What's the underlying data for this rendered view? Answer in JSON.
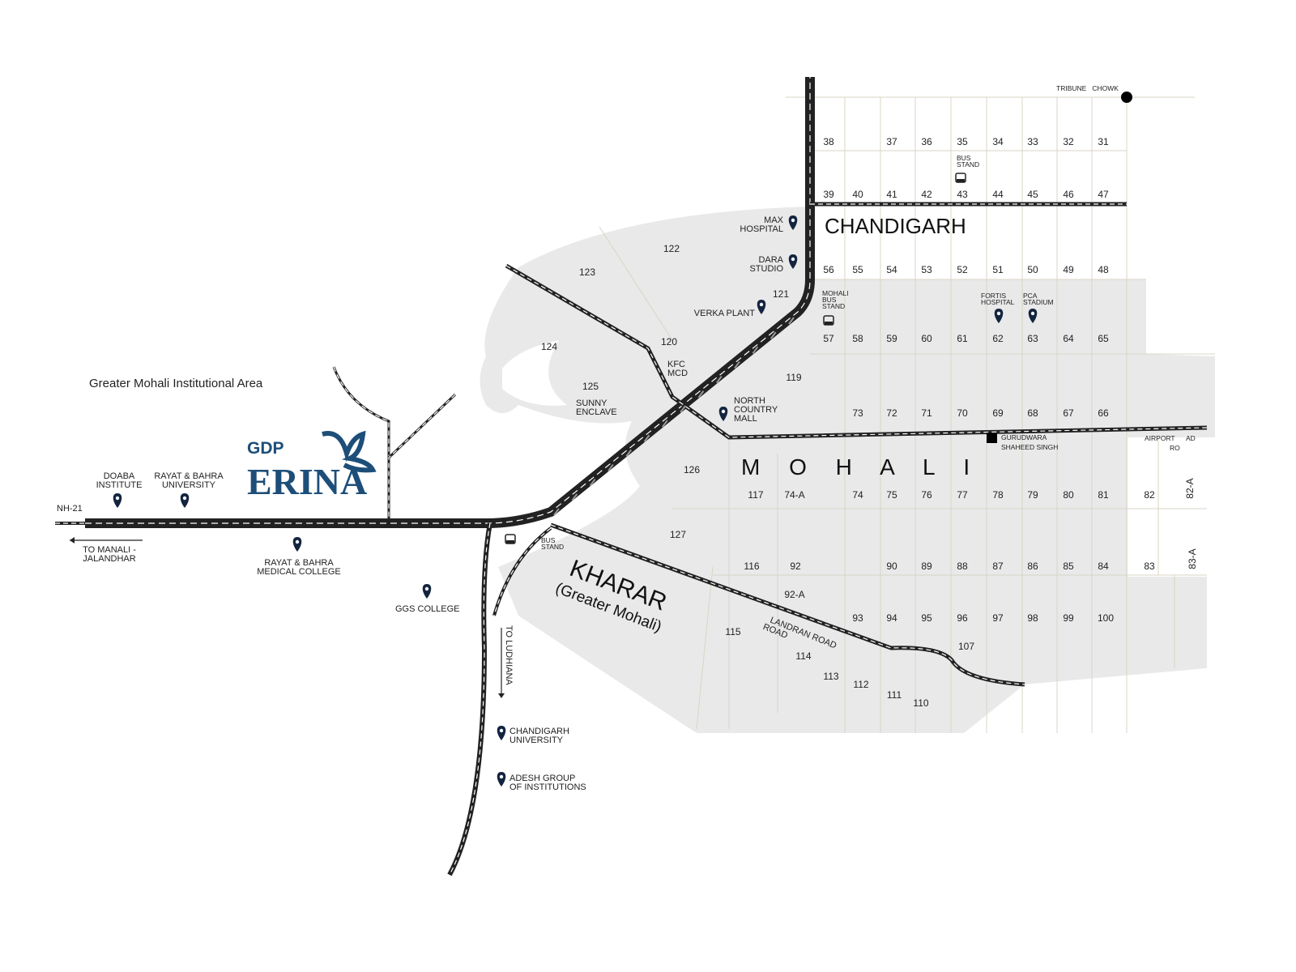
{
  "title": "GDP Erina Location Map",
  "logo": {
    "line1": "GDP",
    "line2": "ERINA",
    "color": "#1d4e79"
  },
  "region_labels": {
    "chandigarh": "CHANDIGARH",
    "mohali": "M O H A L I",
    "kharar": "KHARAR",
    "kharar_sub": "(Greater Mohali)",
    "institutional_area": "Greater Mohali Institutional Area"
  },
  "roads": {
    "nh21": "NH-21",
    "to_manali": [
      "TO MANALI -",
      "JALANDHAR"
    ],
    "to_ludhiana": "TO LUDHIANA",
    "landran": [
      "LANDRAN ROAD",
      "ROAD"
    ],
    "airport": [
      "AIRPORT",
      "AD",
      "RO"
    ],
    "tribune_chowk": "TRIBUNE   CHOWK"
  },
  "landmarks": {
    "max_hospital": [
      "MAX",
      "HOSPITAL"
    ],
    "dara_studio": [
      "DARA",
      "STUDIO"
    ],
    "verka_plant": "VERKA PLANT",
    "north_country_mall": [
      "NORTH",
      "COUNTRY",
      "MALL"
    ],
    "kfc_mcd": [
      "KFC",
      "MCD"
    ],
    "sunny_enclave": [
      "SUNNY",
      "ENCLAVE"
    ],
    "fortis": [
      "FORTIS",
      "HOSPITAL"
    ],
    "pca": [
      "PCA",
      "STADIUM"
    ],
    "gurudwara": [
      "GURUDWARA",
      "SHAHEED SINGH"
    ],
    "doaba": [
      "DOABA",
      "INSTITUTE"
    ],
    "rayat_univ": [
      "RAYAT & BAHRA",
      "UNIVERSITY"
    ],
    "rayat_med": [
      "RAYAT & BAHRA",
      "MEDICAL COLLEGE"
    ],
    "ggs": "GGS COLLEGE",
    "cu": [
      "CHANDIGARH",
      "UNIVERSITY"
    ],
    "adesh": [
      "ADESH GROUP",
      "OF INSTITUTIONS"
    ],
    "bus_stand_chd": [
      "BUS",
      "STAND"
    ],
    "bus_stand_mohali": [
      "MOHALI",
      "BUS",
      "STAND"
    ],
    "bus_stand_kharar": [
      "BUS",
      "STAND"
    ]
  },
  "sectors": [
    "38",
    "37",
    "36",
    "35",
    "34",
    "33",
    "32",
    "31",
    "39",
    "40",
    "41",
    "42",
    "43",
    "44",
    "45",
    "46",
    "47",
    "56",
    "55",
    "54",
    "53",
    "52",
    "51",
    "50",
    "49",
    "48",
    "57",
    "58",
    "59",
    "60",
    "61",
    "62",
    "63",
    "64",
    "65",
    "73",
    "72",
    "71",
    "70",
    "69",
    "68",
    "67",
    "66",
    "117",
    "74-A",
    "74",
    "75",
    "76",
    "77",
    "78",
    "79",
    "80",
    "81",
    "82",
    "116",
    "92",
    "90",
    "89",
    "88",
    "87",
    "86",
    "85",
    "84",
    "83",
    "93",
    "94",
    "95",
    "96",
    "97",
    "98",
    "99",
    "100",
    "122",
    "123",
    "121",
    "120",
    "124",
    "119",
    "125",
    "126",
    "127",
    "92-A",
    "115",
    "114",
    "113",
    "112",
    "111",
    "110",
    "107",
    "82-A",
    "83-A"
  ],
  "colors": {
    "road": "#222222",
    "area": "#e9e9e9",
    "pin": "#13243f",
    "grid": "#d8d5c6"
  }
}
